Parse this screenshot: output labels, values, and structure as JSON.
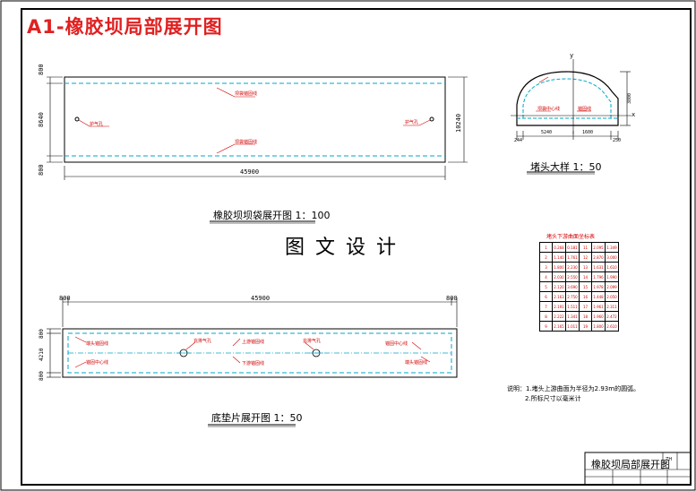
{
  "sheet_title": "A1-橡胶坝局部展开图",
  "watermark": "图文设计",
  "top_view": {
    "caption": "橡胶坝坝袋展开图 1：100",
    "dim_length": "45900",
    "dim_right": "10240",
    "dim_left_top": "800",
    "dim_left_mid": "8640",
    "dim_left_bot": "800",
    "label_upper": "坝袋锚固线",
    "label_lower": "坝袋锚固线",
    "label_left": "护气孔",
    "label_right": "护气孔"
  },
  "end_view": {
    "caption": "堵头大样 1：50",
    "axis_x": "x",
    "axis_y": "y",
    "dim_height": "3800",
    "dim_bottom_left": "244",
    "dim_bottom_mid1": "5240",
    "dim_bottom_mid2": "1600",
    "dim_bottom_right": "250",
    "label_1": "坝袋中心线",
    "label_2": "锚固线"
  },
  "bottom_view": {
    "caption": "底垫片展开图 1：50",
    "dim_length": "45900",
    "dim_left": "800",
    "dim_right": "800",
    "dim_left_v1": "800",
    "dim_left_v2": "4210",
    "dim_left_v3": "800",
    "labels": {
      "l1": "端头锚固线",
      "l2": "锚固中心线",
      "l3": "充排气孔",
      "l4": "上游锚固线",
      "l5": "下游锚固线",
      "l6": "充排气孔",
      "l7": "锚固中心线",
      "l8": "端头锚固线"
    }
  },
  "table": {
    "title": "堵头下游曲面坐标表",
    "rows": [
      [
        "1",
        "0.268",
        "0.181",
        "11",
        "2.095",
        "1.349"
      ],
      [
        "2",
        "1.140",
        "1.761",
        "12",
        "2.870",
        "3.000"
      ],
      [
        "3",
        "1.800",
        "2.230",
        "13",
        "1.631",
        "1.610"
      ],
      [
        "4",
        "2.030",
        "2.550",
        "14",
        "1.796",
        "1.990"
      ],
      [
        "5",
        "2.120",
        "3.690",
        "15",
        "1.978",
        "2.099"
      ],
      [
        "6",
        "2.163",
        "2.750",
        "16",
        "1.448",
        "2.050"
      ],
      [
        "7",
        "2.191",
        "1.511",
        "17",
        "1.961",
        "2.311"
      ],
      [
        "8",
        "2.222",
        "1.341",
        "18",
        "1.960",
        "2.472"
      ],
      [
        "9",
        "2.165",
        "1.011",
        "19",
        "1.800",
        "2.610"
      ]
    ]
  },
  "notes": {
    "line1": "说明：1.堵头上游曲面为半径为2.93m的圆弧。",
    "line2": "2.所标尺寸以毫米计"
  },
  "title_block": {
    "name": "橡胶坝局部展开图",
    "code": "ZH"
  },
  "colors": {
    "outline": "#000000",
    "dashed": "#00a7c8",
    "accent_red": "#e02020"
  }
}
